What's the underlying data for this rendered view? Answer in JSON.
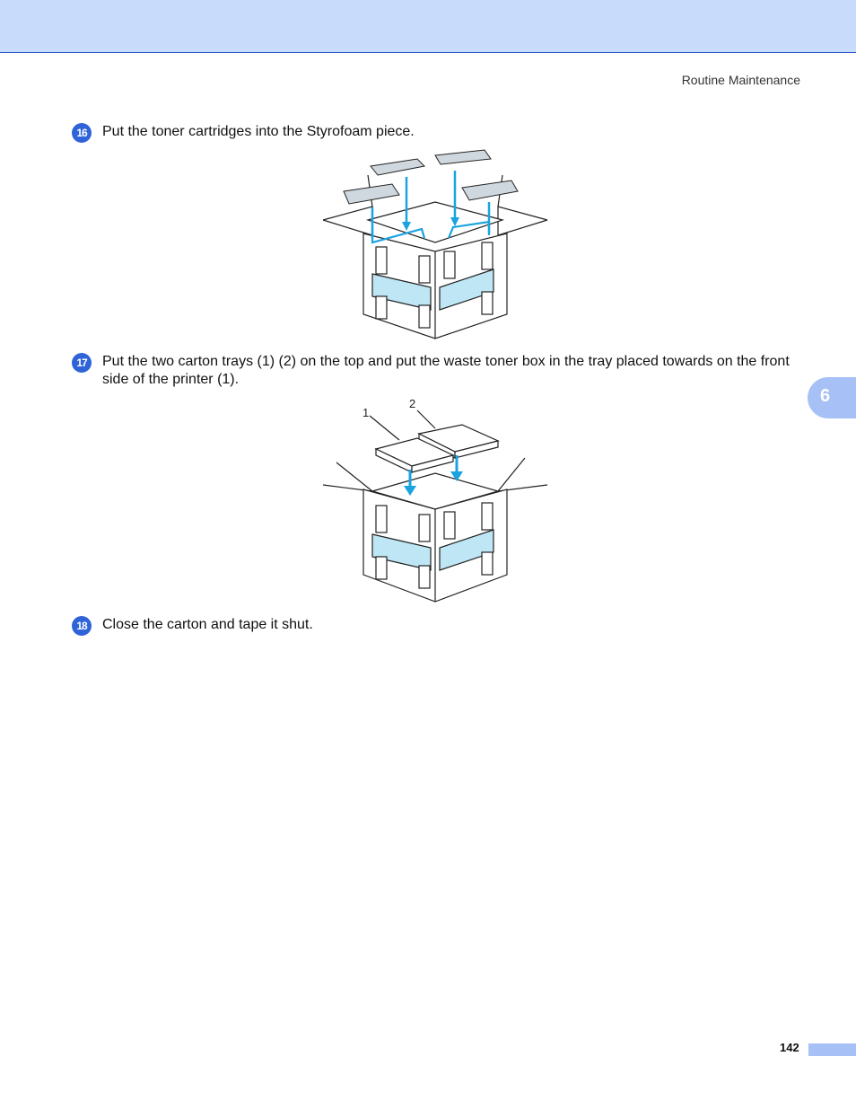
{
  "header": {
    "section_title": "Routine Maintenance"
  },
  "chapter_tab": {
    "number": "6"
  },
  "steps": [
    {
      "number": "16",
      "text": "Put the toner cartridges into the Styrofoam piece."
    },
    {
      "number": "17",
      "text": "Put the two carton trays (1) (2) on the top and put the waste toner box in the tray placed towards on the front side of the printer (1)."
    },
    {
      "number": "18",
      "text": "Close the carton and tape it shut."
    }
  ],
  "figure2": {
    "callout_1": "1",
    "callout_2": "2"
  },
  "footer": {
    "page_number": "142"
  },
  "colors": {
    "header_band": "#c9dbfb",
    "accent": "#2f63d8",
    "tab": "#a7c1f6",
    "figure_fill": "#bfe6f5",
    "arrow": "#1aa3e0"
  }
}
